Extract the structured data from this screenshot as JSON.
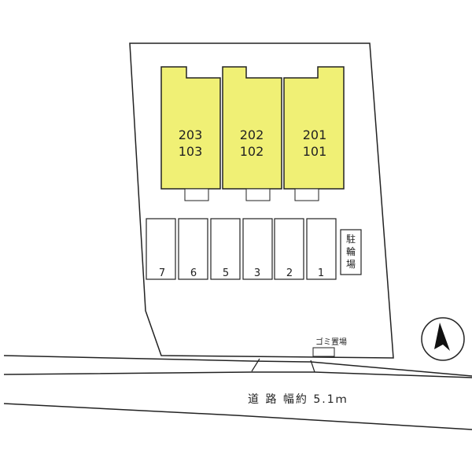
{
  "colors": {
    "unit_fill": "#f0f075",
    "line": "#222222",
    "background": "#ffffff"
  },
  "units": [
    {
      "upper": "203",
      "lower": "103"
    },
    {
      "upper": "202",
      "lower": "102"
    },
    {
      "upper": "201",
      "lower": "101"
    }
  ],
  "parking": [
    "7",
    "6",
    "5",
    "3",
    "2",
    "1"
  ],
  "bike_parking": {
    "line1": "駐",
    "line2": "輪",
    "line3": "場"
  },
  "garbage": {
    "label": "ゴミ置場"
  },
  "road": {
    "label": "道 路 幅約 5.1ｍ"
  },
  "icons": {
    "north_arrow": "north-arrow-icon"
  }
}
